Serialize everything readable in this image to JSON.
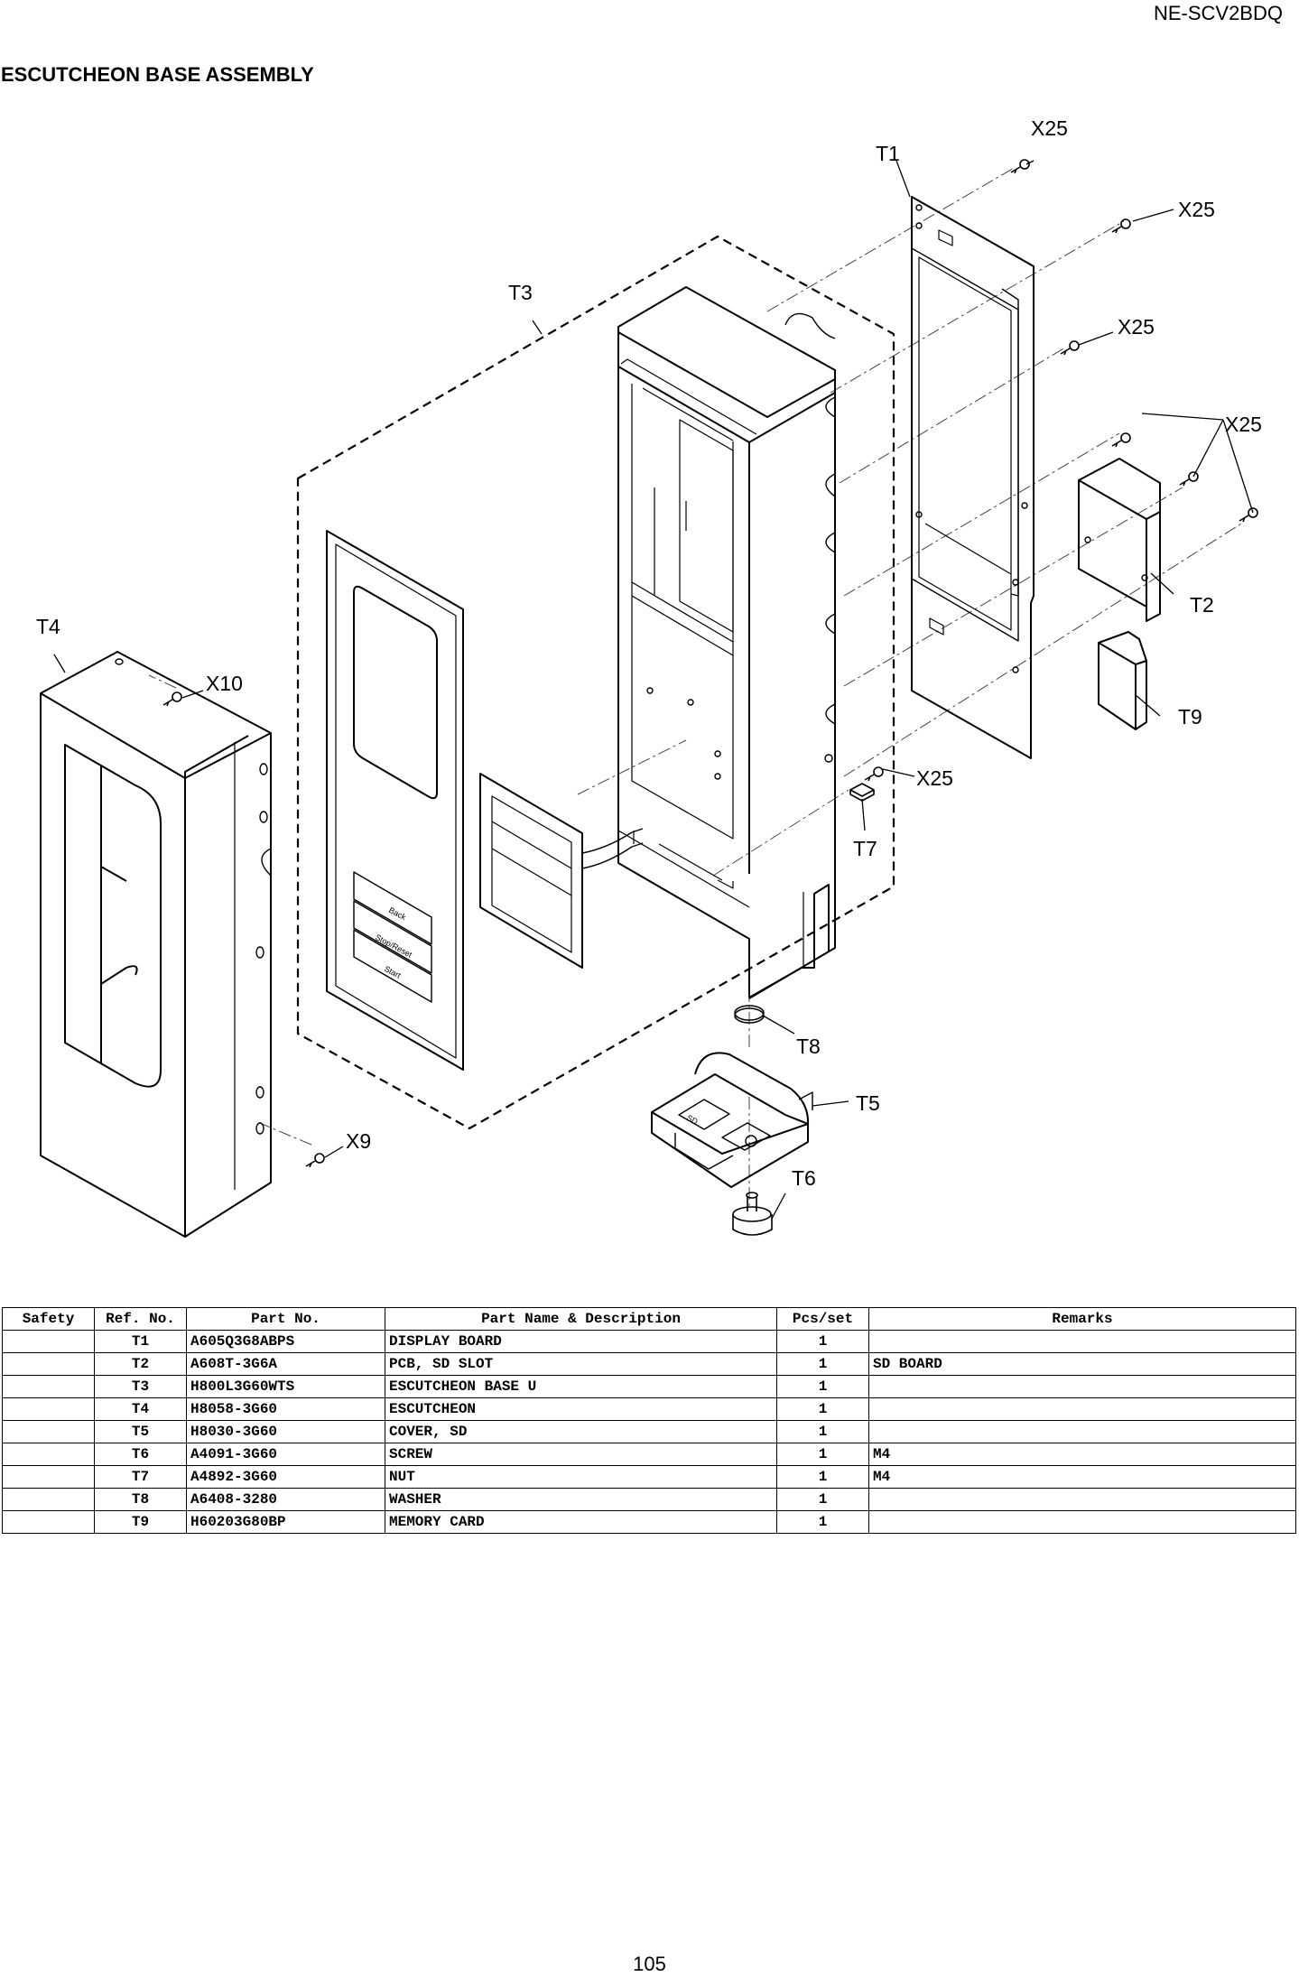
{
  "header": {
    "model": "NE-SCV2BDQ",
    "title": "ESCUTCHEON BASE ASSEMBLY"
  },
  "diagram": {
    "labels": {
      "t1": "T1",
      "t2": "T2",
      "t3": "T3",
      "t4": "T4",
      "t5": "T5",
      "t6": "T6",
      "t7": "T7",
      "t8": "T8",
      "t9": "T9",
      "x25a": "X25",
      "x25b": "X25",
      "x25c": "X25",
      "x25d": "X25",
      "x25e": "X25",
      "x10": "X10",
      "x9": "X9"
    },
    "panel_keys": {
      "back": "Back",
      "stop": "Stop/Reset",
      "start": "Start"
    },
    "sd_text": "SD"
  },
  "table": {
    "columns": [
      "Safety",
      "Ref. No.",
      "Part No.",
      "Part Name & Description",
      "Pcs/set",
      "Remarks"
    ],
    "rows": [
      {
        "safety": "",
        "ref": "T1",
        "part": "A605Q3G8ABPS",
        "name": "DISPLAY BOARD",
        "pcs": "1",
        "remarks": ""
      },
      {
        "safety": "",
        "ref": "T2",
        "part": "A608T-3G6A",
        "name": "PCB, SD SLOT",
        "pcs": "1",
        "remarks": "SD BOARD"
      },
      {
        "safety": "",
        "ref": "T3",
        "part": "H800L3G60WTS",
        "name": "ESCUTCHEON BASE U",
        "pcs": "1",
        "remarks": ""
      },
      {
        "safety": "",
        "ref": "T4",
        "part": "H8058-3G60",
        "name": "ESCUTCHEON",
        "pcs": "1",
        "remarks": ""
      },
      {
        "safety": "",
        "ref": "T5",
        "part": "H8030-3G60",
        "name": "COVER, SD",
        "pcs": "1",
        "remarks": ""
      },
      {
        "safety": "",
        "ref": "T6",
        "part": "A4091-3G60",
        "name": "SCREW",
        "pcs": "1",
        "remarks": "M4"
      },
      {
        "safety": "",
        "ref": "T7",
        "part": "A4892-3G60",
        "name": "NUT",
        "pcs": "1",
        "remarks": "M4"
      },
      {
        "safety": "",
        "ref": "T8",
        "part": "A6408-3280",
        "name": "WASHER",
        "pcs": "1",
        "remarks": ""
      },
      {
        "safety": "",
        "ref": "T9",
        "part": "H60203G80BP",
        "name": "MEMORY CARD",
        "pcs": "1",
        "remarks": ""
      }
    ]
  },
  "footer": {
    "page": "105"
  }
}
